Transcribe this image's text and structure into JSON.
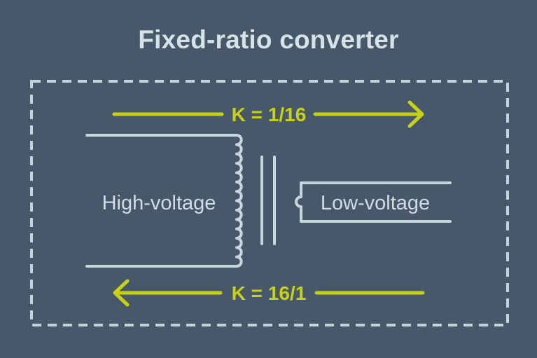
{
  "title": "Fixed-ratio converter",
  "diagram": {
    "top_arrow": {
      "label": "K = 1/16",
      "direction": "right"
    },
    "bottom_arrow": {
      "label": "K = 16/1",
      "direction": "left"
    },
    "high_voltage_label": "High-voltage",
    "low_voltage_label": "Low-voltage"
  },
  "colors": {
    "background": "#46586A",
    "title_text": "#D5E2E6",
    "label_text": "#CEDDE2",
    "diagram_stroke": "#C5D6DC",
    "dashed_border": "#C2D3D9",
    "accent": "#C8D118"
  }
}
